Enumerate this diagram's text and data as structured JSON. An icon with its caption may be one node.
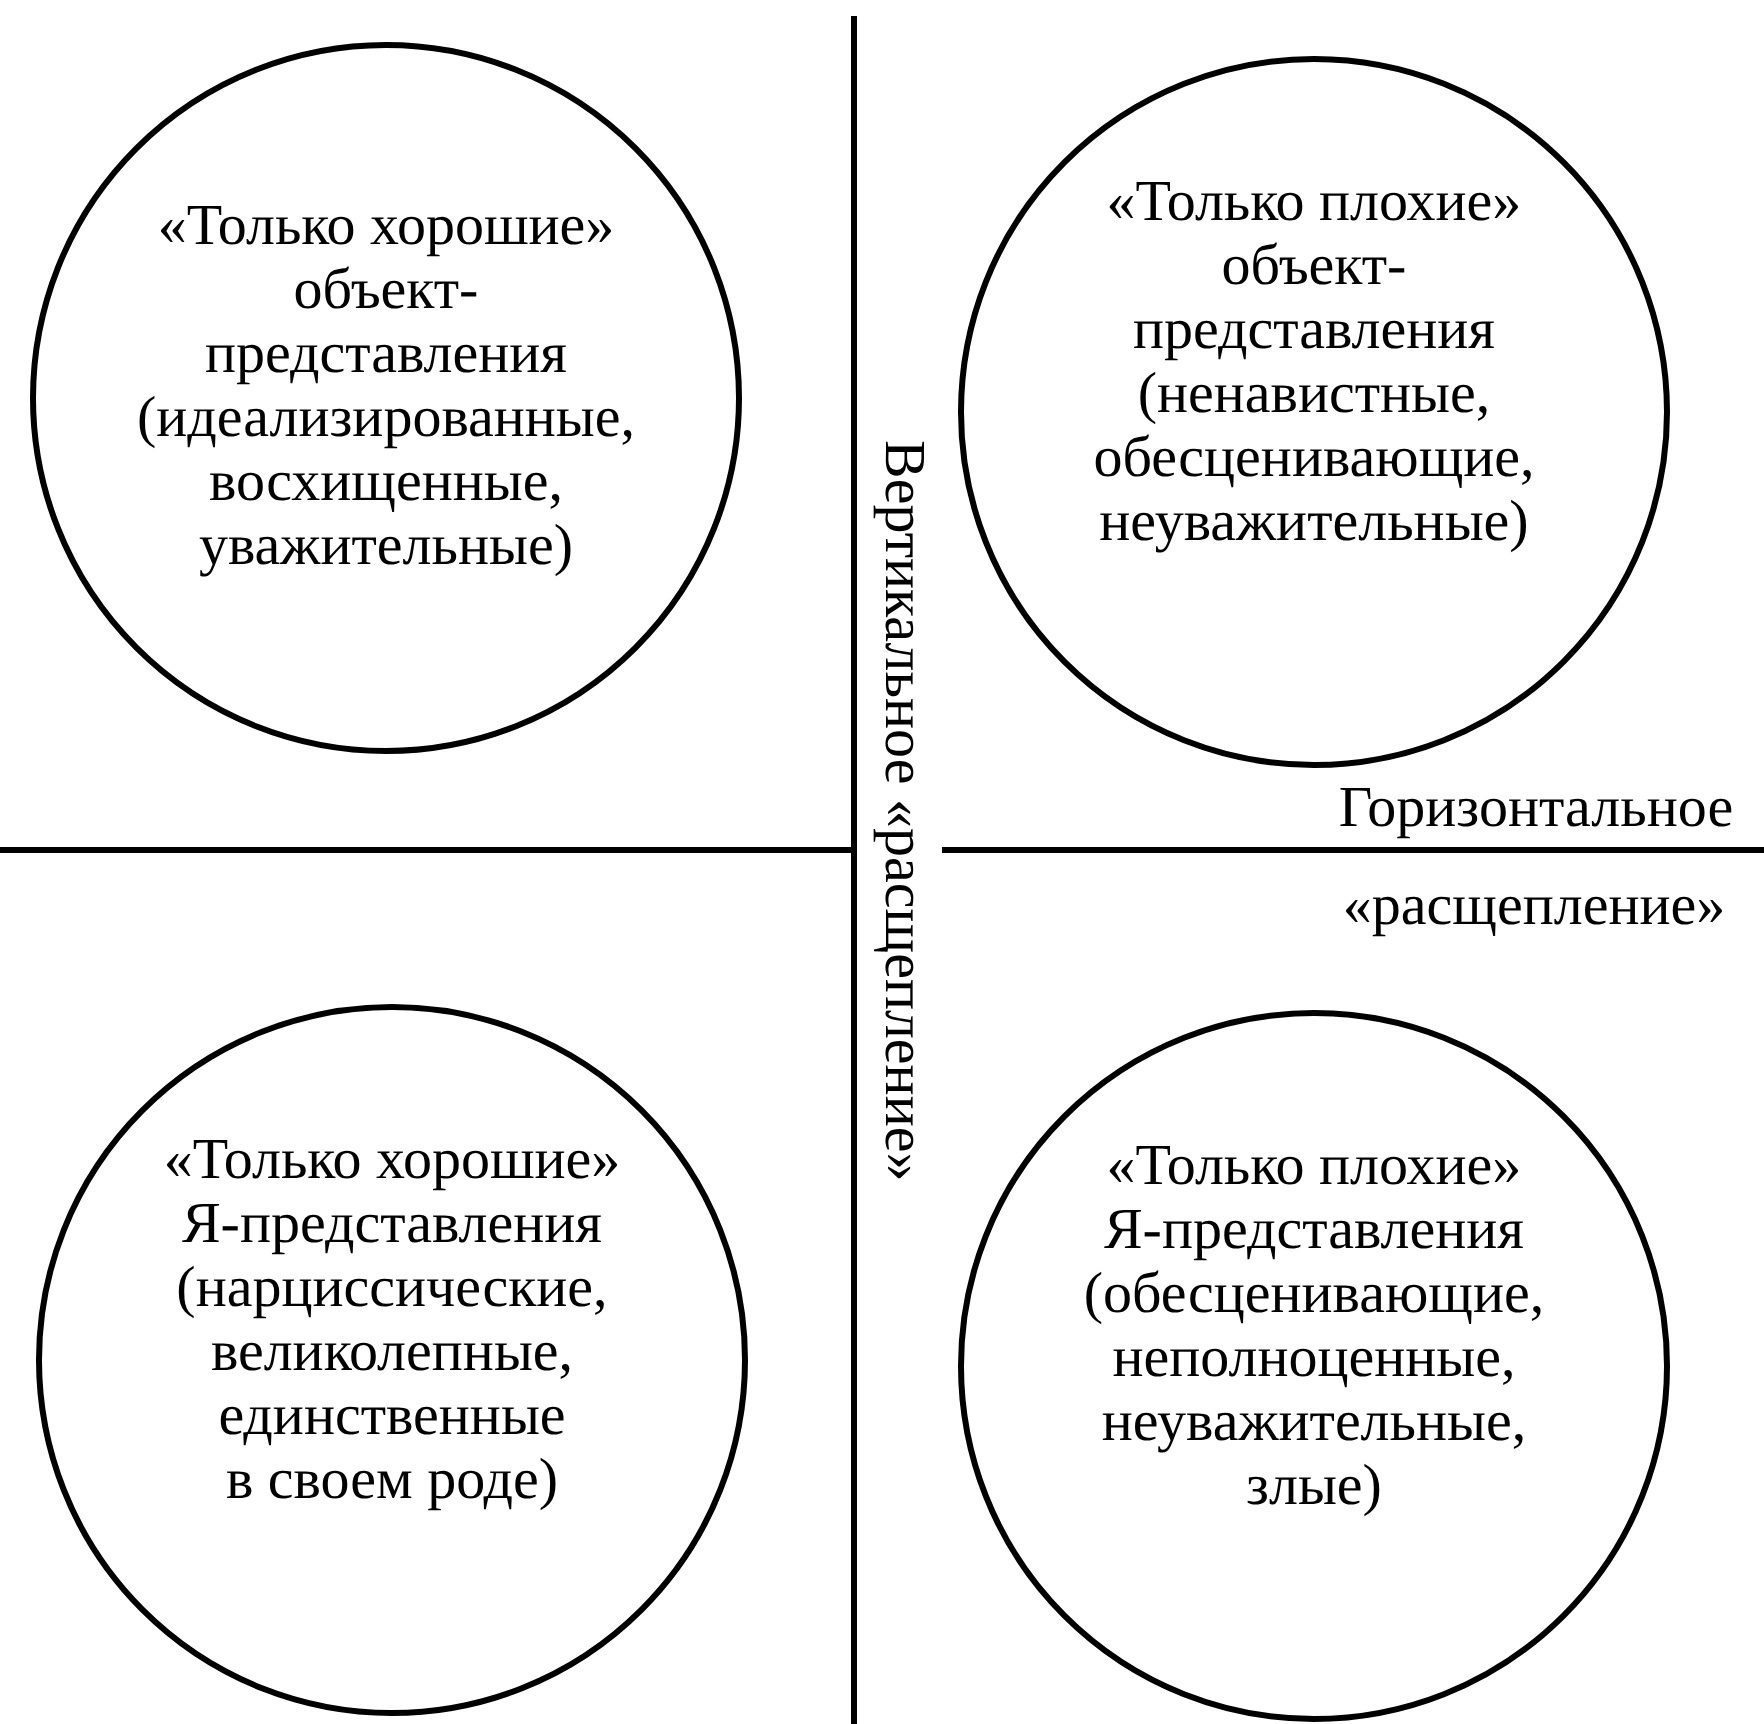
{
  "diagram": {
    "nodes": [
      {
        "text": [
          "«Только хорошие» объект-представления",
          "(идеализированные, восхищенные, уважительные)"
        ]
      },
      {
        "text": [
          "«Только плохие» объект-представления",
          "(ненавистные, обесценивающие, неуважительные)"
        ]
      },
      {
        "text": [
          "«Только хорошие» Я-представления",
          "(нарциссические, великолепные, единственные в своем роде)"
        ]
      },
      {
        "text": [
          "«Только плохие» Я-представления",
          "(обесценивающие, неполноценные, неуважительные, злые)"
        ]
      }
    ],
    "labels": [
      "Вертикальное «расщепление»",
      "Горизонтальное",
      "«расщепление»"
    ]
  }
}
